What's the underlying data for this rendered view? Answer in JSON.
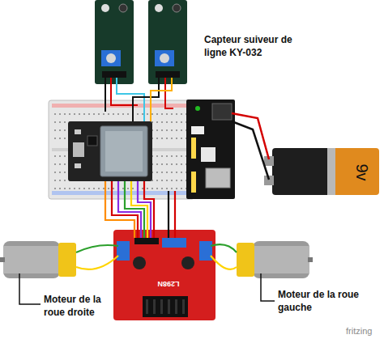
{
  "diagram": {
    "labels": [
      "Capteur suiveur de ligne KY-032",
      "Moteur de la roue droite",
      "Moteur de la roue gauche",
      "9v",
      "L298N",
      "fritzing"
    ]
  }
}
